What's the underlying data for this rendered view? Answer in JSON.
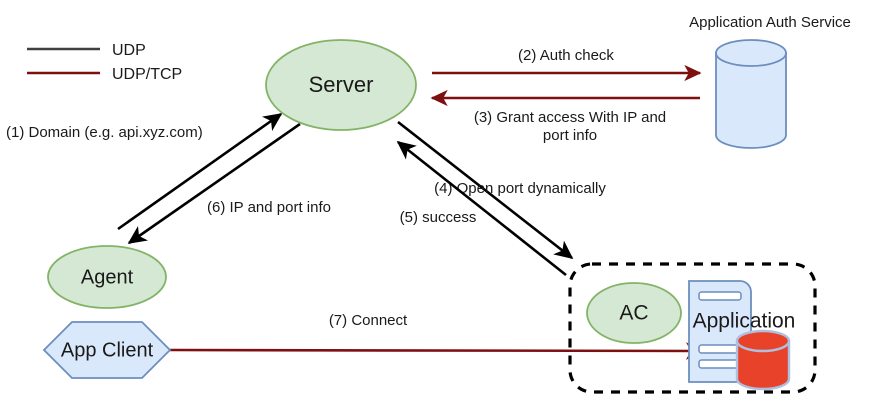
{
  "diagram": {
    "title_text": "Application Auth Service",
    "legend": {
      "items": [
        {
          "label": "UDP",
          "color": "#404040"
        },
        {
          "label": "UDP/TCP",
          "color": "#7f1010"
        }
      ]
    },
    "nodes": {
      "server": {
        "label": "Server",
        "shape": "ellipse",
        "fill": "#d5e8d4",
        "stroke": "#82b366"
      },
      "agent": {
        "label": "Agent",
        "shape": "ellipse",
        "fill": "#d5e8d4",
        "stroke": "#82b366"
      },
      "app_client": {
        "label": "App Client",
        "shape": "hexagon",
        "fill": "#dae8fc",
        "stroke": "#6c8ebf"
      },
      "ac": {
        "label": "AC",
        "shape": "ellipse",
        "fill": "#d5e8d4",
        "stroke": "#82b366"
      },
      "application": {
        "label": "Application",
        "shape": "server-with-database",
        "fill": "#dae8fc",
        "stroke": "#6c8ebf",
        "db_fill": "#e8432a"
      },
      "auth_service": {
        "label": "",
        "shape": "cylinder",
        "fill": "#dae8fc",
        "stroke": "#6c8ebf"
      }
    },
    "edges": [
      {
        "id": "e1",
        "label": "(1) Domain (e.g. api.xyz.com)",
        "protocol": "UDP",
        "color": "#000000",
        "from": "agent",
        "to": "server"
      },
      {
        "id": "e2",
        "label": "(2) Auth check",
        "protocol": "UDP/TCP",
        "color": "#7f1010",
        "from": "server",
        "to": "auth_service"
      },
      {
        "id": "e3",
        "label": "(3) Grant access With IP and",
        "label_line2": "port info",
        "protocol": "UDP/TCP",
        "color": "#7f1010",
        "from": "auth_service",
        "to": "server"
      },
      {
        "id": "e4",
        "label": "(4) Open port dynamically",
        "protocol": "UDP",
        "color": "#000000",
        "from": "server",
        "to": "ac"
      },
      {
        "id": "e5",
        "label": "(5) success",
        "protocol": "UDP",
        "color": "#000000",
        "from": "ac",
        "to": "server"
      },
      {
        "id": "e6",
        "label": "(6) IP and port info",
        "protocol": "UDP",
        "color": "#000000",
        "from": "server",
        "to": "agent"
      },
      {
        "id": "e7",
        "label": "(7) Connect",
        "protocol": "UDP/TCP",
        "color": "#7f1010",
        "from": "app_client",
        "to": "application"
      }
    ],
    "group_box": {
      "label": "",
      "style": "dashed-rounded",
      "stroke": "#000000"
    }
  }
}
